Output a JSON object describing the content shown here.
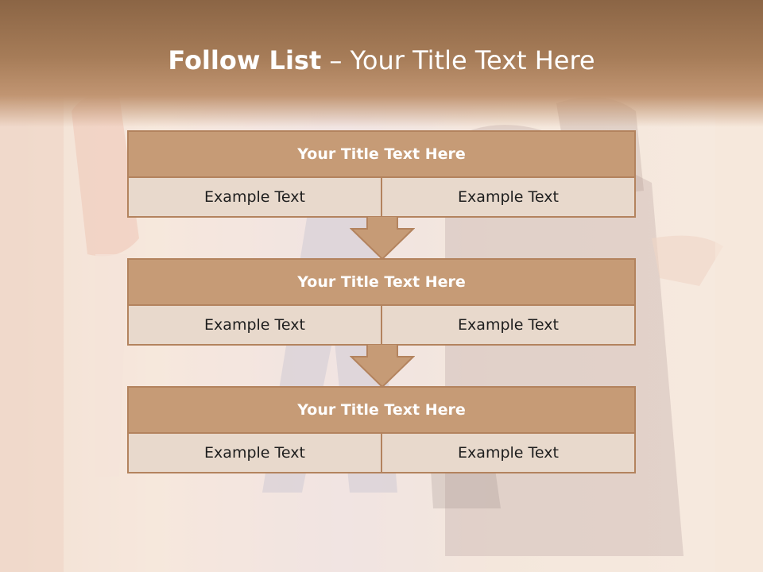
{
  "slide": {
    "title_bold": "Follow List",
    "title_rest": " – Your Title Text Here"
  },
  "stages": [
    {
      "title": "Your Title Text Here",
      "cells": [
        "Example Text",
        "Example Text"
      ]
    },
    {
      "title": "Your Title Text Here",
      "cells": [
        "Example Text",
        "Example Text"
      ]
    },
    {
      "title": "Your Title Text Here",
      "cells": [
        "Example Text",
        "Example Text"
      ]
    }
  ],
  "colors": {
    "header": "#a67c58",
    "box_title": "#c69b76",
    "box_border": "#b3835e",
    "box_cell": "#e8d9cc",
    "arrow": "#c69b76"
  }
}
